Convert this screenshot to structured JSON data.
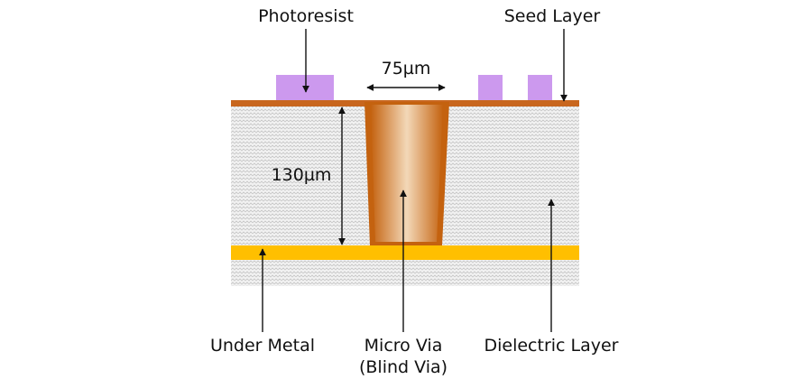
{
  "labels": {
    "photoresist": "Photoresist",
    "seed_layer": "Seed Layer",
    "via_width": "75µm",
    "via_depth": "130µm",
    "under_metal": "Under Metal",
    "micro_via": "Micro Via",
    "blind_via": "(Blind Via)",
    "dielectric_layer": "Dielectric Layer"
  },
  "colors": {
    "dielectric_fill": "#f2f2f2",
    "dielectric_hatch": "#c8c8c8",
    "seed_layer": "#c8661e",
    "under_metal": "#ffbf00",
    "photoresist": "#cc99ee",
    "via_edge": "#c4620f",
    "via_center": "#f3d8b8"
  }
}
